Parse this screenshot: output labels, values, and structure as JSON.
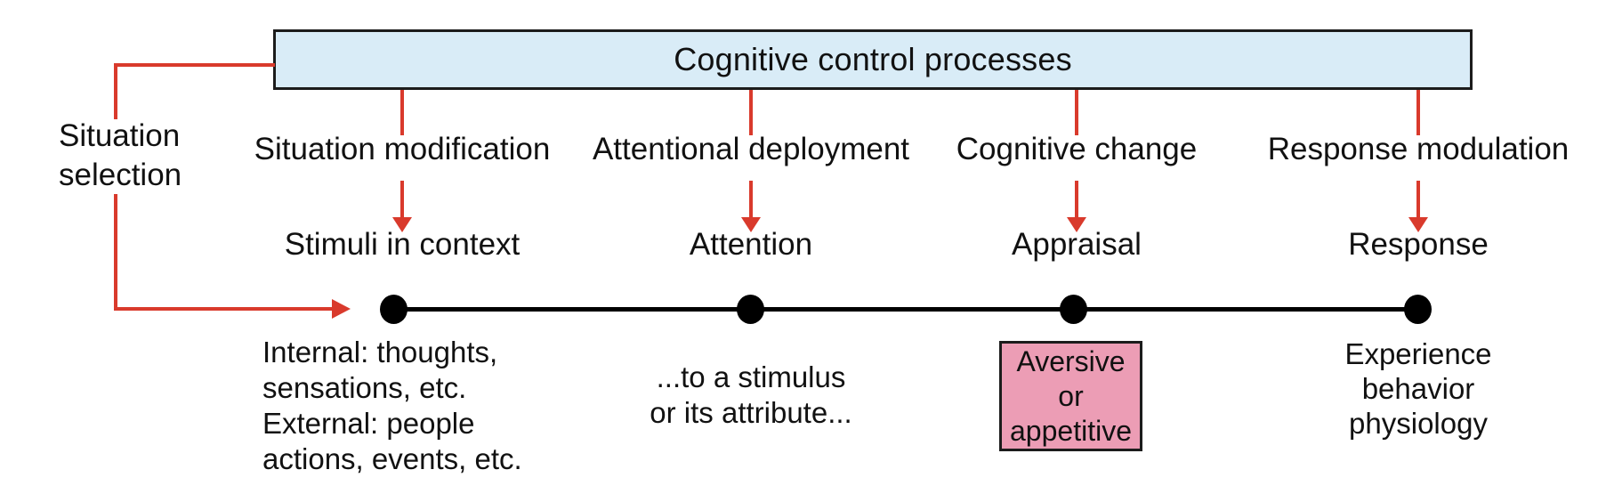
{
  "diagram_title": "Cognitive control processes",
  "title_box": {
    "label": "Cognitive control processes"
  },
  "situation_selection": {
    "line1": "Situation",
    "line2": "selection"
  },
  "stages": [
    {
      "control_label": "Situation modification",
      "stage_label": "Stimuli in context",
      "description_lines": [
        "Internal: thoughts,",
        "sensations, etc.",
        "External: people",
        "actions, events, etc."
      ]
    },
    {
      "control_label": "Attentional deployment",
      "stage_label": "Attention",
      "description_lines": [
        "...to a stimulus",
        "or its attribute..."
      ]
    },
    {
      "control_label": "Cognitive change",
      "stage_label": "Appraisal",
      "description_lines": [
        "Aversive",
        "or",
        "appetitive"
      ],
      "highlighted": true
    },
    {
      "control_label": "Response modulation",
      "stage_label": "Response",
      "description_lines": [
        "Experience",
        "behavior",
        "physiology"
      ]
    }
  ],
  "colors": {
    "header_box_fill": "#d9ecf7",
    "highlight_box_fill": "#ec9db5",
    "arrow_red": "#d93a2c",
    "line_black": "#000000",
    "ink": "#111111"
  }
}
